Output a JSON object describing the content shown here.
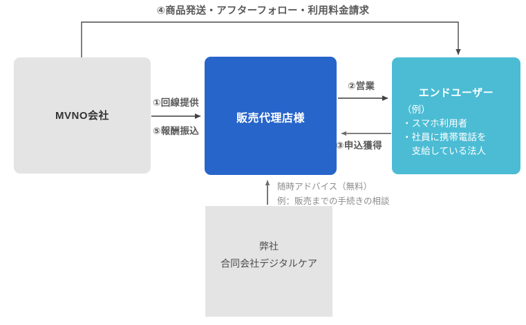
{
  "diagram": {
    "title_flow": "④商品発送・アフターフォロー・利用料金請求",
    "boxes": {
      "mvno": {
        "label": "MVNO会社",
        "color": "#e4e4e4"
      },
      "agency": {
        "label": "販売代理店様",
        "color": "#2765ca"
      },
      "enduser": {
        "title": "エンドユーザー",
        "color": "#4bbcd4",
        "lines": [
          "（例）",
          "・スマホ利用者",
          "・社員に携帯電話を",
          "　支給している法人"
        ]
      },
      "self": {
        "color": "#e4e4e4",
        "line1": "弊社",
        "line2": "合同会社デジタルケア"
      }
    },
    "flows": {
      "provide_line": "①回線提供",
      "sales": "②営業",
      "application": "③申込獲得",
      "shipment": "④商品発送・アフターフォロー・利用料金請求",
      "reward": "⑤報酬振込",
      "advice_line1": "随時アドバイス（無料）",
      "advice_line2": "例：販売までの手続きの相談"
    },
    "colors": {
      "arrow": "#404040",
      "arrow_light": "#777777",
      "label_text": "#595959",
      "muted_text": "#8c8c8c"
    }
  }
}
